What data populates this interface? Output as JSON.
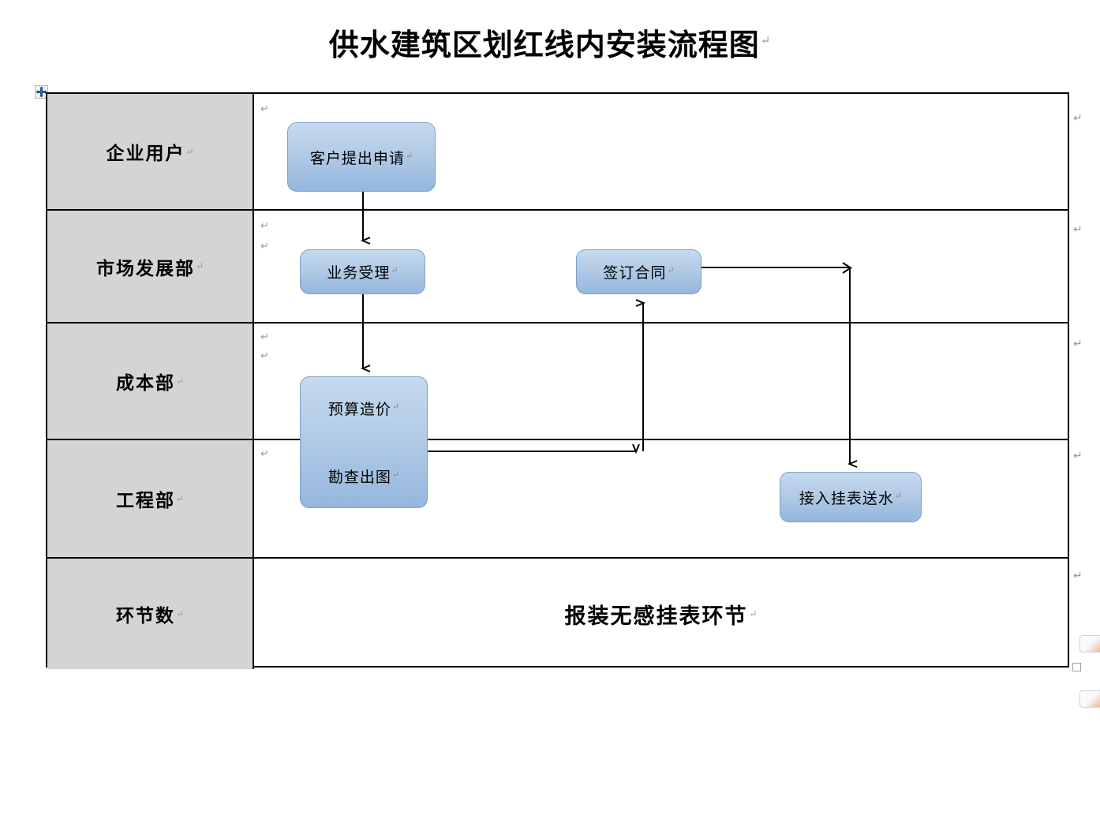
{
  "document": {
    "title": "供水建筑区划红线内安装流程图",
    "pilcrow": "↵"
  },
  "table": {
    "rows": [
      {
        "label": "企业用户",
        "cell_pilcrows": 1
      },
      {
        "label": "市场发展部",
        "cell_pilcrows": 2
      },
      {
        "label": "成本部",
        "cell_pilcrows": 2
      },
      {
        "label": "工程部",
        "cell_pilcrows": 1
      },
      {
        "label": "环节数",
        "cell_pilcrows": 0,
        "summary": "报装无感挂表环节"
      }
    ],
    "row_end_marks": [
      "↵",
      "↵",
      "↵",
      "↵",
      "↵"
    ]
  },
  "flow": {
    "nodes": [
      {
        "id": "apply",
        "label": "客户提出申请",
        "lane": "企业用户"
      },
      {
        "id": "accept",
        "label": "业务受理",
        "lane": "市场发展部"
      },
      {
        "id": "contract",
        "label": "签订合同",
        "lane": "市场发展部"
      },
      {
        "id": "budget",
        "label": "预算造价",
        "lane": "成本部"
      },
      {
        "id": "survey",
        "label": "勘查出图",
        "lane": "工程部"
      },
      {
        "id": "connect",
        "label": "接入挂表送水",
        "lane": "工程部"
      }
    ],
    "edges": [
      {
        "from": "apply",
        "to": "accept",
        "kind": "vertical-down"
      },
      {
        "from": "accept",
        "to": "budget",
        "kind": "vertical-down"
      },
      {
        "from": "survey",
        "to": "contract",
        "kind": "right-then-up"
      },
      {
        "from": "contract",
        "to": "connect",
        "kind": "right-then-down"
      }
    ]
  },
  "colors": {
    "box_fill_top": "#c6d9ee",
    "box_fill_bottom": "#95b6de",
    "box_border": "#7aa2cc",
    "lane_header_bg": "#d4d4d4",
    "table_border": "#000000",
    "connector": "#000000",
    "pilcrow": "#9a9a9a",
    "comment_chip_accent": "#e2643a"
  },
  "icons": {
    "table_move_handle": "table-move-handle-icon",
    "table_end_mark": "table-end-marker-icon"
  }
}
